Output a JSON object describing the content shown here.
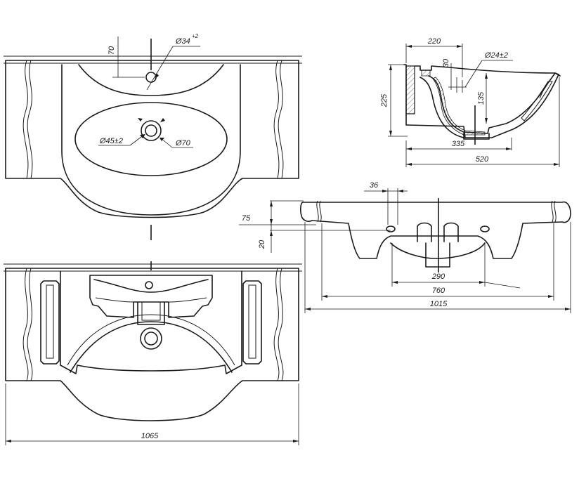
{
  "dimensions": {
    "top_view": {
      "offset_70": "70",
      "tap_hole": "Ø34",
      "tap_hole_tol": "+2",
      "drain_hole": "Ø45±2",
      "drain_outer": "Ø70"
    },
    "side_view": {
      "width_220": "220",
      "overflow_hole": "Ø24±2",
      "offset_30": "30",
      "height_225": "225",
      "depth_135": "135",
      "depth_335": "335",
      "depth_520": "520"
    },
    "front_view": {
      "mount_36": "36",
      "height_75": "75",
      "height_20": "20",
      "width_290": "290",
      "width_760": "760",
      "width_1015": "1015"
    },
    "bottom_view": {
      "width_1065": "1065"
    }
  }
}
